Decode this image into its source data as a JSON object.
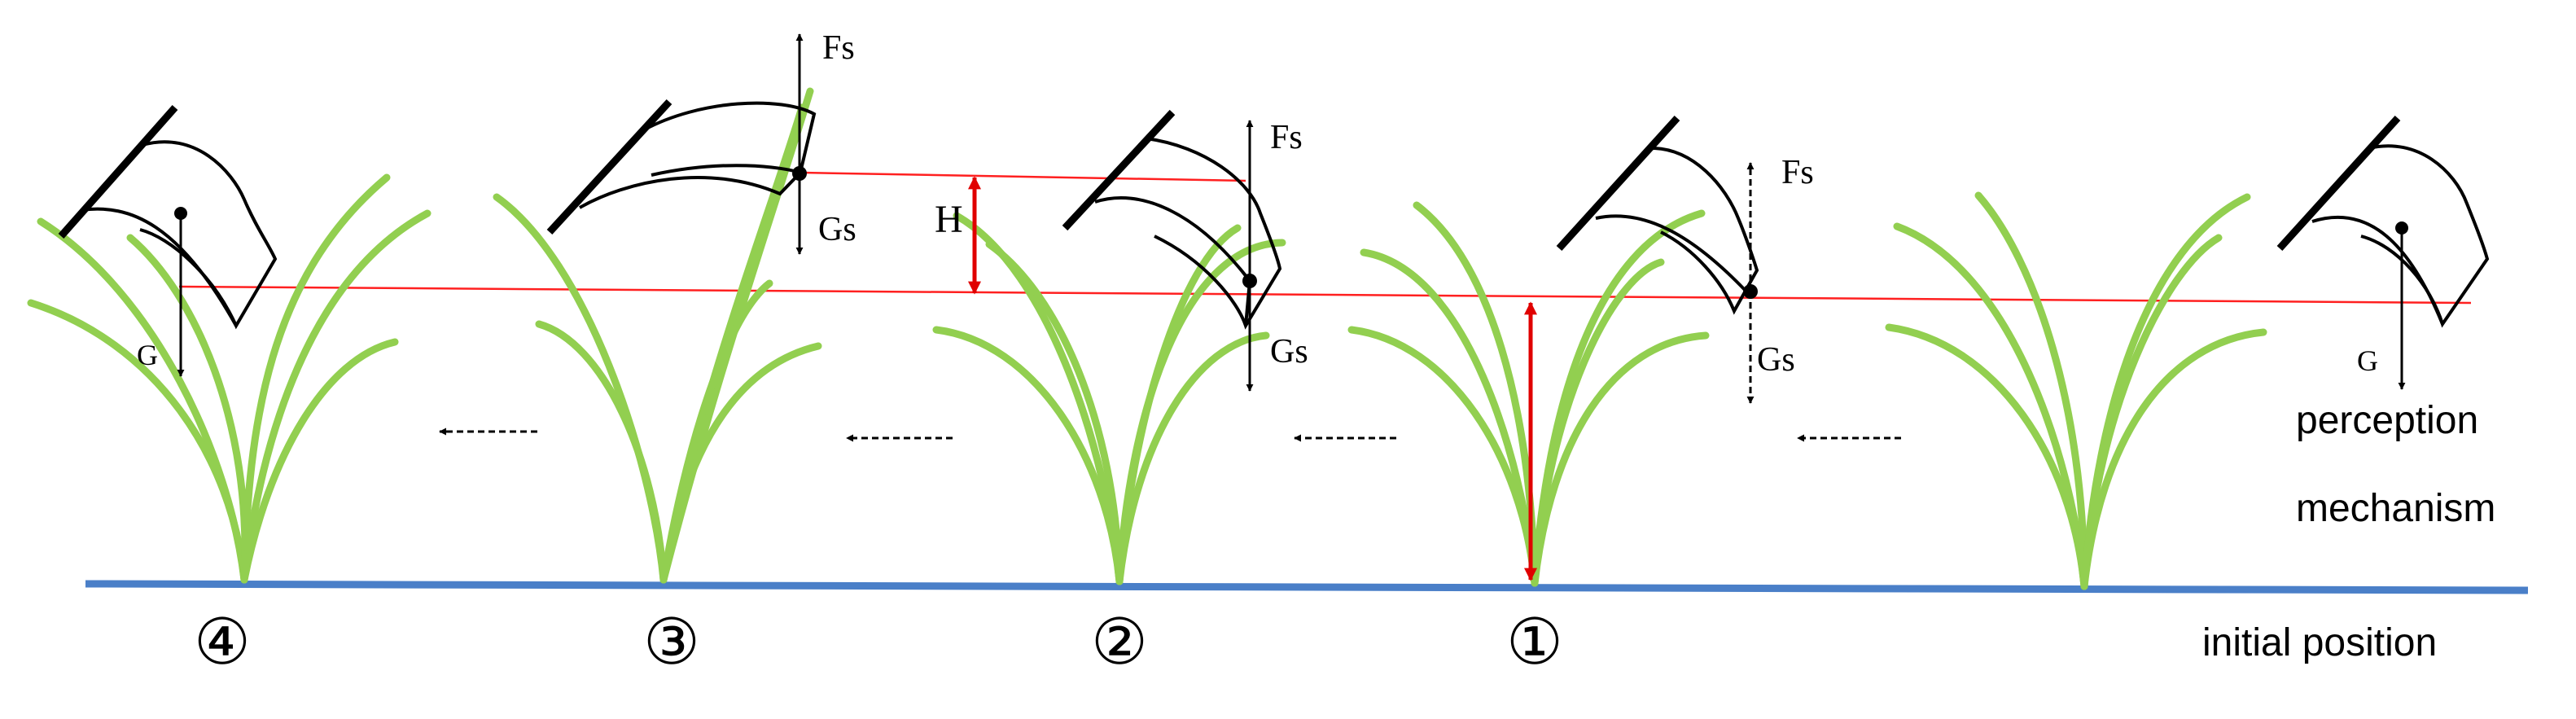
{
  "diagram": {
    "colors": {
      "grass": "#92cf50",
      "ground": "#4a7fc8",
      "reference_line": "#ff2020",
      "height_marker": "#e00000",
      "outline": "#000000"
    },
    "labels": {
      "fs": "Fs",
      "gs": "Gs",
      "g": "G",
      "h": "H",
      "perception_line1": "perception",
      "perception_line2": "mechanism",
      "initial_position": "initial position"
    },
    "stages": [
      {
        "marker": "④"
      },
      {
        "marker": "③"
      },
      {
        "marker": "②"
      },
      {
        "marker": "①"
      }
    ]
  }
}
